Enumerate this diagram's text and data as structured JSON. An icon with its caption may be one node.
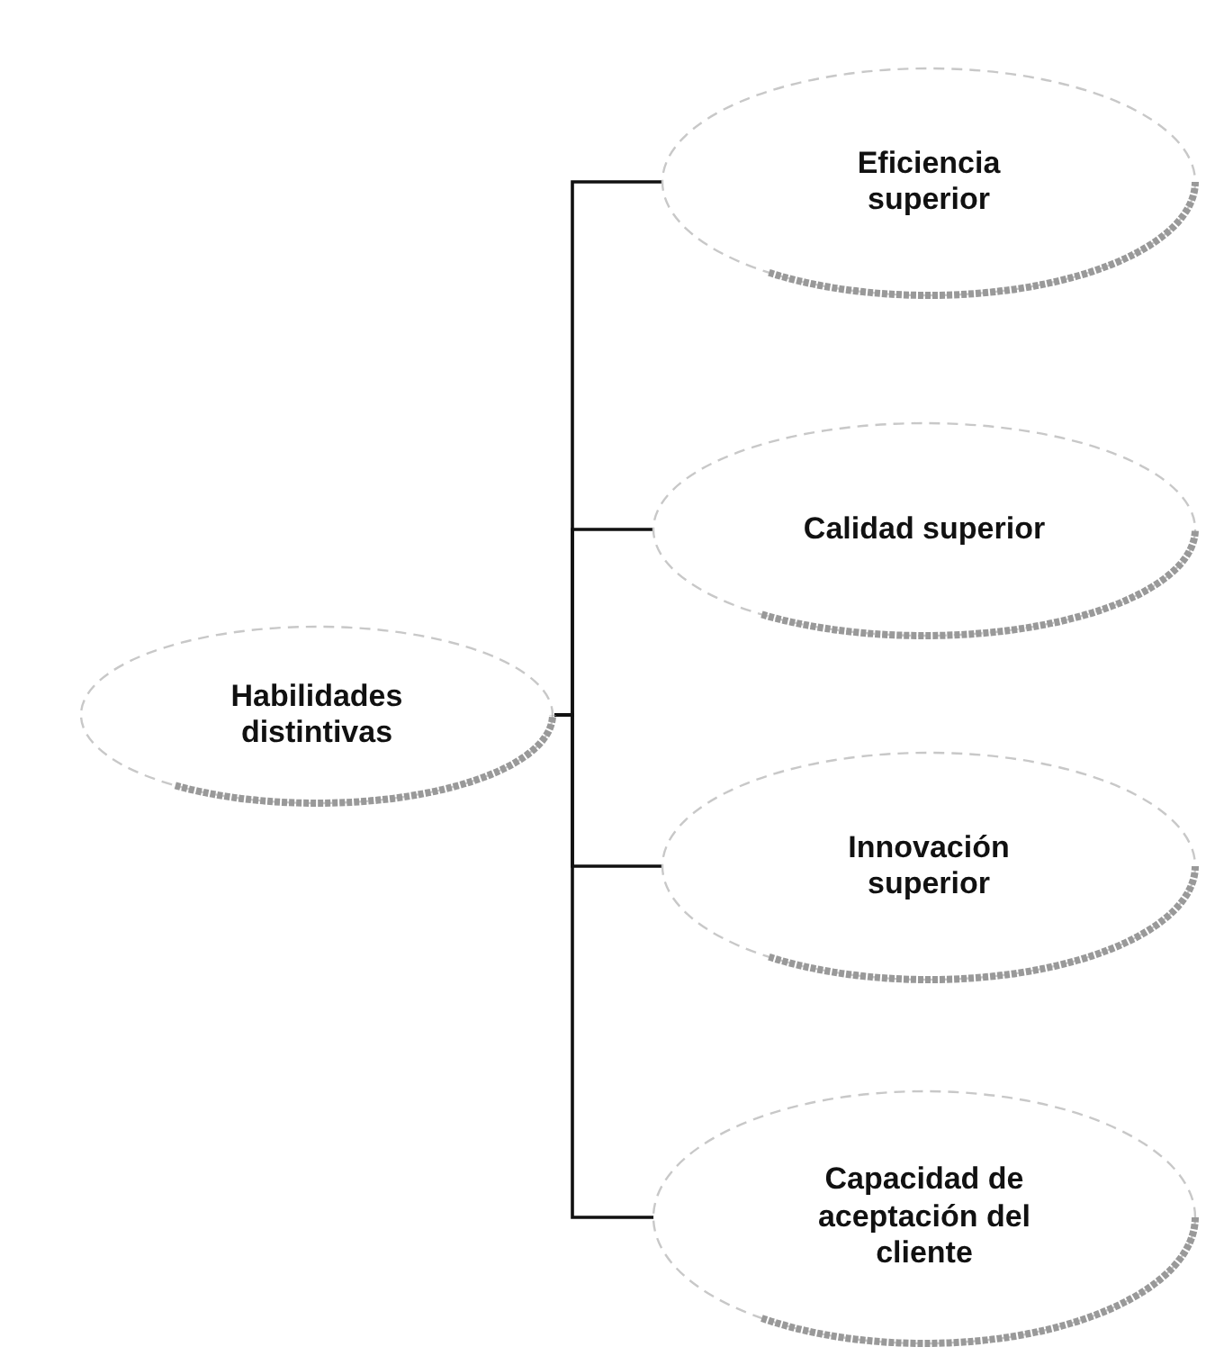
{
  "diagram": {
    "nodes": [
      {
        "text": [
          "Habilidades distintivas"
        ]
      },
      {
        "text": [
          "Eficiencia superior"
        ]
      },
      {
        "text": [
          "Calidad superior"
        ]
      },
      {
        "text": [
          "Innovación superior"
        ]
      },
      {
        "text": [
          "Capacidad de aceptación del cliente"
        ]
      }
    ],
    "edges": [
      {
        "from": 0,
        "to": 1,
        "arrow": "none"
      },
      {
        "from": 0,
        "to": 2,
        "arrow": "none"
      },
      {
        "from": 0,
        "to": 3,
        "arrow": "none"
      },
      {
        "from": 0,
        "to": 4,
        "arrow": "none"
      }
    ]
  }
}
